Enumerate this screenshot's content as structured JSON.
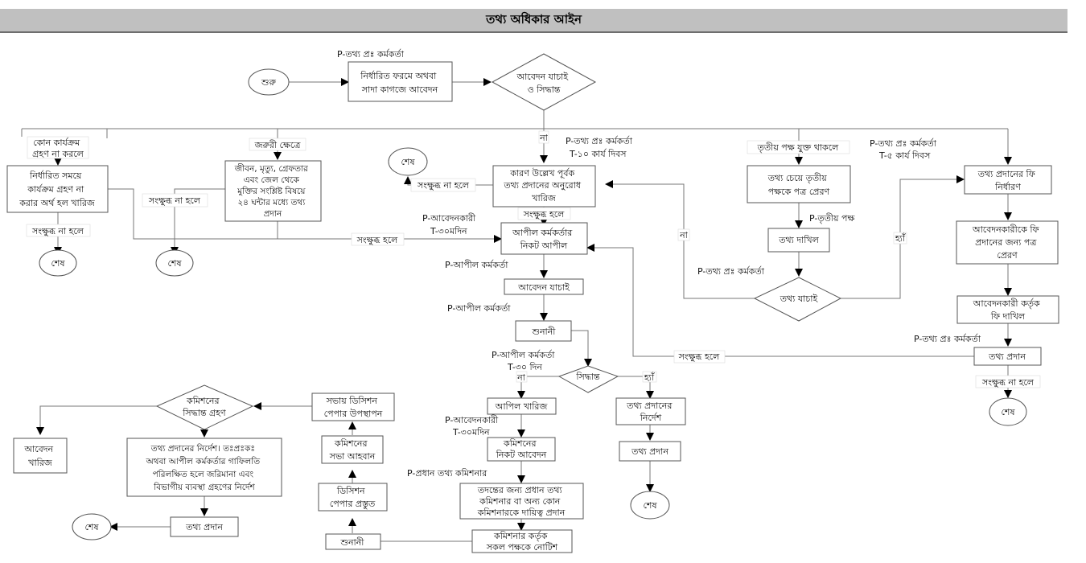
{
  "title": "তথ্য অধিকার আইন",
  "nodes": {
    "start": "শুরু",
    "apply": [
      "নির্ধারিত ফরমে অথবা",
      "সাদা কাগজে আবেদন"
    ],
    "verify_decide": [
      "আবেদন যাচাই",
      "ও সিদ্ধান্ত"
    ],
    "no_action_reject": [
      "নির্ধারিত সময়ে",
      "কার্যক্রম গ্রহণ না",
      "করার অর্থ হল খারিজ"
    ],
    "urgent_24h": [
      "জীবন, মৃত্যু, গ্রেফতার",
      "এবং জেল থেকে",
      "মুক্তির সংশ্লিষ্ট বিষয়ে",
      "২৪ ঘন্টার মধ্যে তথ্য",
      "প্রদান"
    ],
    "reject_with_reason": [
      "কারণ উল্লেখ পূর্বক",
      "তথ্য প্রদানের অনুরোধ",
      "খারিজ"
    ],
    "third_party_letter": [
      "তথ্য চেয়ে তৃতীয়",
      "পক্ষকে পত্র প্রেরণ"
    ],
    "info_submit": "তথ্য দাখিল",
    "info_verify": "তথ্য যাচাই",
    "fee_fix": [
      "তথ্য প্রদানের ফি",
      "নির্ধারণ"
    ],
    "fee_letter": [
      "আবেদনকারীকে ফি",
      "প্রদানের জন্য পত্র",
      "প্রেরণ"
    ],
    "fee_deposit": [
      "আবেদনকারী কর্তৃক",
      "ফি দাখিল"
    ],
    "info_provide_right": "তথ্য প্রদান",
    "appeal": [
      "আপীল কর্মকর্তার",
      "নিকট আপীল"
    ],
    "appeal_verify": "আবেদন যাচাই",
    "hearing_appeal": "শুনানী",
    "decision": "সিদ্ধান্ত",
    "appeal_reject": "আপিল খারিজ",
    "order_provide": [
      "তথ্য প্রদানের",
      "নির্দেশ"
    ],
    "info_provide_mid": "তথ্য প্রদান",
    "commission_apply": [
      "কমিশনের",
      "নিকট আবেদন"
    ],
    "assign_commissioner": [
      "তদন্তের জন্য প্রধান তথ্য",
      "কমিশনার বা অন্য কোন",
      "কমিশনারকে দায়িত্ব প্রদান"
    ],
    "notice_all": [
      "কমিশনার কর্তৃক",
      "সকল পক্ষকে নোটিশ"
    ],
    "hearing_commission": "শুনানী",
    "decision_paper": [
      "ডিসিশন",
      "পেপার প্রস্তুত"
    ],
    "commission_meeting": [
      "কমিশনের",
      "সভা আহবান"
    ],
    "paper_present": [
      "সভায় ডিসিশন",
      "পেপার উপস্থাপন"
    ],
    "commission_decision": [
      "কমিশনের",
      "সিদ্ধান্ত গ্রহণ"
    ],
    "application_reject": [
      "আবেদন",
      "খারিজ"
    ],
    "order_penalty": [
      "তথ্য প্রদানের নির্দেশ। তঃপ্রঃকঃ",
      "অথবা আপীল কর্মকর্তার গাফিলতি",
      "পরিলক্ষিত হলে জরিমানা এবং",
      "বিভাগীয় ব্যবস্থা গ্রহণের নির্দেশ"
    ],
    "info_provide_bottom": "তথ্য প্রদান",
    "end": "শেষ"
  },
  "edge_labels": {
    "no_action": [
      "কোন কার্যক্রম",
      "গ্রহণ না করলে"
    ],
    "urgent": "জরুরী ক্ষেত্রে",
    "no": "না",
    "yes": "হ্যাঁ",
    "third_party": "তৃতীয় পক্ষ যুক্ত থাকলে",
    "not_aggrieved": "সংক্ষুব্ধ না হলে",
    "aggrieved": "সংক্ষুব্ধ হলে"
  },
  "annotations": {
    "p_info_officer": "P-তথ্য প্রঃ কর্মকর্তা",
    "t_10_days": "T-১০ কার্য দিবস",
    "t_5_days": "T-৫ কার্য দিবস",
    "p_third_party": "P-তৃতীয় পক্ষ",
    "p_applicant": "P-আবেদনকারী",
    "t_30_days_a": "T-৩০মদিন",
    "p_appeal_officer": "P-আপীল কর্মকর্তা",
    "t_30_days_b": "T-৩০ দিন",
    "p_chief_commissioner": "P-প্রধান তথ্য কমিশনার"
  }
}
